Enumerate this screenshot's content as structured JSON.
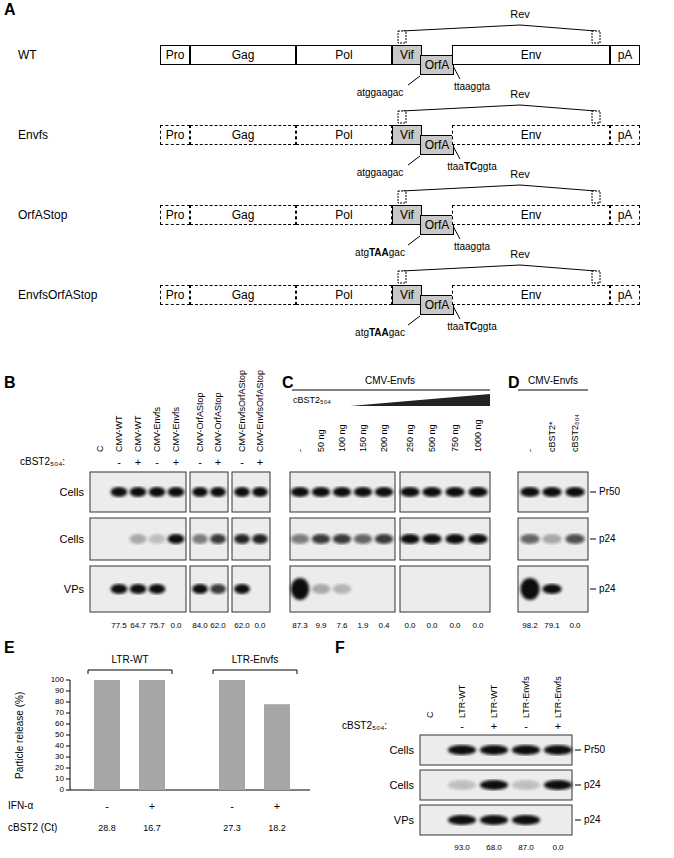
{
  "diagram": {
    "nodes": [
      {
        "text": [
          "Pro"
        ]
      },
      {
        "text": [
          "Gag"
        ]
      },
      {
        "text": [
          "Pol"
        ]
      },
      {
        "text": [
          "Vif"
        ]
      },
      {
        "text": [
          "OrfA"
        ]
      },
      {
        "text": [
          "Env"
        ]
      },
      {
        "text": [
          "pA"
        ]
      },
      {
        "text": [
          "Pro"
        ]
      },
      {
        "text": [
          "Gag"
        ]
      },
      {
        "text": [
          "Pol"
        ]
      },
      {
        "text": [
          "Vif"
        ]
      },
      {
        "text": [
          "OrfA"
        ]
      },
      {
        "text": [
          "Env"
        ]
      },
      {
        "text": [
          "pA"
        ]
      },
      {
        "text": [
          "Pro"
        ]
      },
      {
        "text": [
          "Gag"
        ]
      },
      {
        "text": [
          "Pol"
        ]
      },
      {
        "text": [
          "Vif"
        ]
      },
      {
        "text": [
          "OrfA"
        ]
      },
      {
        "text": [
          "Env"
        ]
      },
      {
        "text": [
          "pA"
        ]
      },
      {
        "text": [
          "Pro"
        ]
      },
      {
        "text": [
          "Gag"
        ]
      },
      {
        "text": [
          "Pol"
        ]
      },
      {
        "text": [
          "Vif"
        ]
      },
      {
        "text": [
          "OrfA"
        ]
      },
      {
        "text": [
          "Env"
        ]
      },
      {
        "text": [
          "pA"
        ]
      }
    ],
    "labels": [
      "A",
      "B",
      "C",
      "D",
      "E",
      "F",
      "WT",
      "Envfs",
      "OrfAStop",
      "EnvfsOrfAStop",
      "Rev",
      "Rev",
      "Rev",
      "Rev",
      "atggaagac",
      "ttaaggta",
      "atggaagac",
      "ttaaTCggta",
      "atgTAAgac",
      "ttaaggta",
      "atgTAAgac",
      "ttaaTCggta",
      "C",
      "CMV-WT",
      "CMV-WT",
      "CMV-Envfs",
      "CMV-Envfs",
      "CMV-OrfAStop",
      "CMV-OrfAStop",
      "CMV-EnvfsOrfAStop",
      "CMV-EnvfsOrfAStop",
      "cBST2₅₀₄:",
      "-",
      "+",
      "-",
      "+",
      "-",
      "+",
      "-",
      "+",
      "Cells",
      "Cells",
      "VPs",
      "77.5",
      "64.7",
      "75.7",
      "0.0",
      "84.0",
      "62.0",
      "62.0",
      "0.0",
      "CMV-Envfs",
      "cBST2₅₀₄",
      "-",
      "50 ng",
      "100 ng",
      "150 ng",
      "200 ng",
      "250 ng",
      "500 ng",
      "750 ng",
      "1000 ng",
      "87.3",
      "9.9",
      "7.6",
      "1.9",
      "0.4",
      "0.0",
      "0.0",
      "0.0",
      "0.0",
      "CMV-Envfs",
      "-",
      "cBST2*",
      "cBST2₅₀₄",
      "98.2",
      "79.1",
      "0.0",
      "Pr50",
      "p24",
      "p24",
      "Particle release (%)",
      "100",
      "90",
      "80",
      "70",
      "60",
      "50",
      "40",
      "30",
      "20",
      "10",
      "0",
      "LTR-WT",
      "LTR-Envfs",
      "IFN-α",
      "-",
      "+",
      "-",
      "+",
      "cBST2 (Ct)",
      "28.8",
      "16.7",
      "27.3",
      "18.2",
      "C",
      "LTR-WT",
      "LTR-WT",
      "LTR-Envfs",
      "LTR-Envfs",
      "cBST2₅₀₄:",
      "-",
      "+",
      "-",
      "+",
      "Cells",
      "Cells",
      "VPs",
      "Pr50",
      "p24",
      "p24",
      "93.0",
      "68.0",
      "87.0",
      "0.0"
    ]
  }
}
